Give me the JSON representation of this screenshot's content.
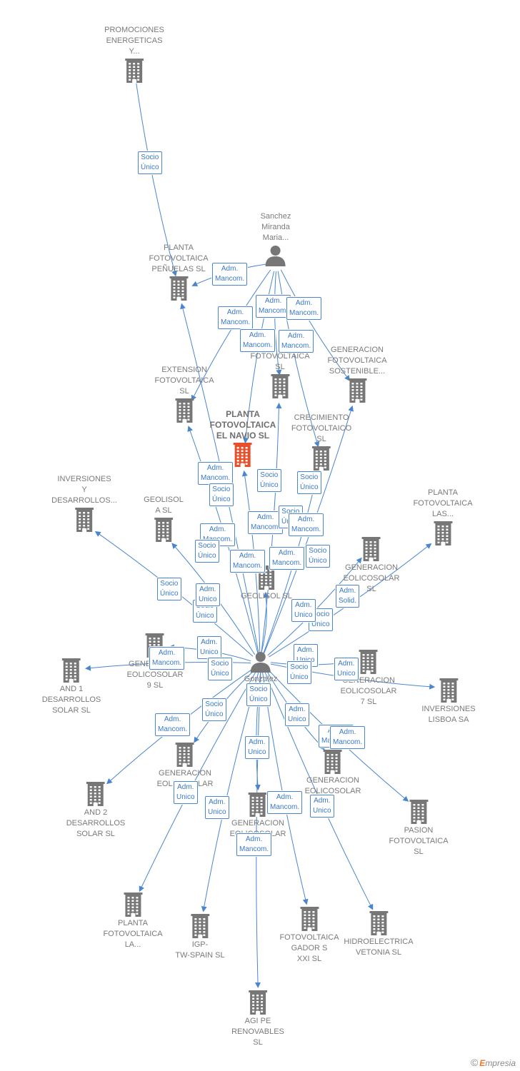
{
  "colors": {
    "edge": "#4a86d0",
    "building": "#777777",
    "focus": "#e8502c",
    "person": "#777777",
    "badge_text": "#3a78c8"
  },
  "nodes": [
    {
      "id": "promociones",
      "label": "PROMOCIONES\nENERGETICAS\nY...",
      "icon": "building-icon"
    },
    {
      "id": "penuelas",
      "label": "PLANTA\nFOTOVOLTAICA\nPEÑUELAS SL",
      "icon": "building-icon"
    },
    {
      "id": "sanchez",
      "label": "Sanchez\nMiranda\nMaria...",
      "icon": "person-icon"
    },
    {
      "id": "fv-sl",
      "label": "FOTOVOLTAICA\nSL",
      "icon": "building-icon"
    },
    {
      "id": "gen-sostenible",
      "label": "GENERACION\nFOTOVOLTAICA\nSOSTENIBLE...",
      "icon": "building-icon"
    },
    {
      "id": "extension",
      "label": "EXTENSION\nFOTOVOLTAICA\nSL",
      "icon": "building-icon"
    },
    {
      "id": "navio",
      "label": "PLANTA\nFOTOVOLTAICA\nEL NAVIO SL",
      "icon": "building-icon",
      "focus": true
    },
    {
      "id": "crecimiento",
      "label": "CRECIMIENTO\nFOTOVOLTAICO\nSL",
      "icon": "building-icon"
    },
    {
      "id": "inversiones-y",
      "label": "INVERSIONES\nY\nDESARROLLOS...",
      "icon": "building-icon"
    },
    {
      "id": "geolisol-a",
      "label": "GEOLISOL\nA SL",
      "icon": "building-icon"
    },
    {
      "id": "planta-las",
      "label": "PLANTA\nFOTOVOLTAICA\nLAS...",
      "icon": "building-icon"
    },
    {
      "id": "gen-eol-sl",
      "label": "GENERACION\nEOLICOSOLAR\nSL",
      "icon": "building-icon"
    },
    {
      "id": "geolisol-sl",
      "label": "GEOLISOL SL",
      "icon": "building-icon"
    },
    {
      "id": "gen-eol-9",
      "label": "GENERACION\nEOLICOSOLAR\n9 SL",
      "icon": "building-icon"
    },
    {
      "id": "and1",
      "label": "AND 1\nDESARROLLOS\nSOLAR SL",
      "icon": "building-icon"
    },
    {
      "id": "gonzalez",
      "label": "Gonzalez\nF...",
      "icon": "person-icon"
    },
    {
      "id": "gen-eol-7",
      "label": "GENERACION\nEOLICOSOLAR\n7 SL",
      "icon": "building-icon"
    },
    {
      "id": "inv-lisboa",
      "label": "INVERSIONES\nLISBOA SA",
      "icon": "building-icon"
    },
    {
      "id": "gen-eol-a",
      "label": "GENERACION\nEOLICOSOLAR",
      "icon": "building-icon"
    },
    {
      "id": "gen-eol-b",
      "label": "GENERACION\nEOLICOSOLAR",
      "icon": "building-icon"
    },
    {
      "id": "and2",
      "label": "AND 2\nDESARROLLOS\nSOLAR SL",
      "icon": "building-icon"
    },
    {
      "id": "gen-eol-c",
      "label": "GENERACION\nEOLICOSOLAR",
      "icon": "building-icon"
    },
    {
      "id": "pasion",
      "label": "PASION\nFOTOVOLTAICA\nSL",
      "icon": "building-icon"
    },
    {
      "id": "planta-la",
      "label": "PLANTA\nFOTOVOLTAICA\nLA...",
      "icon": "building-icon"
    },
    {
      "id": "igp",
      "label": "IGP-\nTW-SPAIN SL",
      "icon": "building-icon"
    },
    {
      "id": "gador",
      "label": "FOTOVOLTAICA\nGADOR S\nXXI SL",
      "icon": "building-icon"
    },
    {
      "id": "vetonia",
      "label": "HIDROELECTRICA\nVETONIA SL",
      "icon": "building-icon"
    },
    {
      "id": "agi",
      "label": "AGI PE\nRENOVABLES\nSL",
      "icon": "building-icon"
    }
  ],
  "edges": [
    {
      "from": "promociones",
      "to": "penuelas"
    },
    {
      "from": "sanchez",
      "to": "penuelas"
    },
    {
      "from": "sanchez",
      "to": "extension"
    },
    {
      "from": "sanchez",
      "to": "navio"
    },
    {
      "from": "sanchez",
      "to": "fv-sl"
    },
    {
      "from": "sanchez",
      "to": "crecimiento"
    },
    {
      "from": "sanchez",
      "to": "gen-sostenible"
    },
    {
      "from": "gonzalez",
      "to": "penuelas"
    },
    {
      "from": "gonzalez",
      "to": "extension"
    },
    {
      "from": "gonzalez",
      "to": "navio"
    },
    {
      "from": "gonzalez",
      "to": "fv-sl"
    },
    {
      "from": "gonzalez",
      "to": "crecimiento"
    },
    {
      "from": "gonzalez",
      "to": "gen-sostenible"
    },
    {
      "from": "gonzalez",
      "to": "inversiones-y"
    },
    {
      "from": "gonzalez",
      "to": "geolisol-a"
    },
    {
      "from": "gonzalez",
      "to": "geolisol-sl"
    },
    {
      "from": "gonzalez",
      "to": "gen-eol-sl"
    },
    {
      "from": "gonzalez",
      "to": "planta-las"
    },
    {
      "from": "gonzalez",
      "to": "gen-eol-9"
    },
    {
      "from": "gonzalez",
      "to": "and1"
    },
    {
      "from": "gonzalez",
      "to": "gen-eol-7"
    },
    {
      "from": "gonzalez",
      "to": "inv-lisboa"
    },
    {
      "from": "gonzalez",
      "to": "gen-eol-a"
    },
    {
      "from": "gonzalez",
      "to": "gen-eol-b"
    },
    {
      "from": "gonzalez",
      "to": "and2"
    },
    {
      "from": "gonzalez",
      "to": "gen-eol-c"
    },
    {
      "from": "gonzalez",
      "to": "pasion"
    },
    {
      "from": "gonzalez",
      "to": "planta-la"
    },
    {
      "from": "gonzalez",
      "to": "igp"
    },
    {
      "from": "gonzalez",
      "to": "gador"
    },
    {
      "from": "gonzalez",
      "to": "vetonia"
    },
    {
      "from": "gonzalez",
      "to": "agi"
    }
  ],
  "badges": [
    "Socio Único",
    "Adm. Mancom.",
    "Adm. Mancom.",
    "Adm. Mancom.",
    "Adm. Mancom.",
    "Adm. Mancom.",
    "Adm. Mancom.",
    "Adm. Mancom.",
    "Socio Único",
    "Socio Único",
    "Socio Único",
    "Adm. Mancom.",
    "Socio Único",
    "Adm. Mancom.",
    "Adm. Mancom.",
    "Socio Único",
    "Socio Único",
    "Adm. Mancom.",
    "Adm. Mancom.",
    "Socio Único",
    "Adm. Solid.",
    "Socio Único",
    "Adm. Unico",
    "Socio Único",
    "Adm. Unico",
    "Adm. Unico",
    "Socio Único",
    "Adm. Mancom.",
    "Adm. Unico",
    "Socio Único",
    "Socio Único",
    "Adm. Unico",
    "Socio Único",
    "Adm. Unico",
    "Adm. Unico",
    "Adm. Unico",
    "Adm. Mancom.",
    "Adm. Unico",
    "Adm. Mancom.",
    "Adm. Unico",
    "Adm. Mancom.",
    "Adm. Mancom.",
    "Adm. Mancom.",
    "Adm. Unico",
    "Adm. Mancom."
  ],
  "footer": {
    "copyright": "©",
    "brand_e": "E",
    "brand_rest": "mpresia"
  }
}
